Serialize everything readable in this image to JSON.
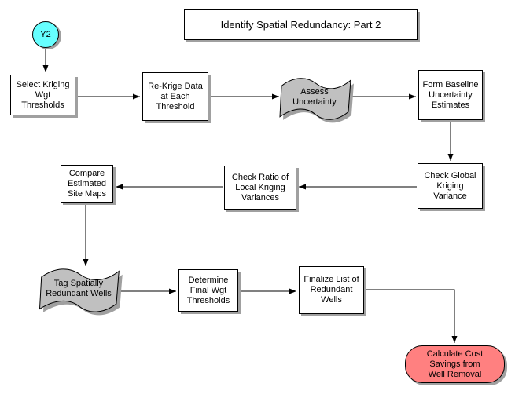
{
  "title": {
    "text": "Identify Spatial Redundancy: Part 2"
  },
  "colors": {
    "background": "#FFFFFF",
    "box_fill": "#FFFFFF",
    "border": "#000000",
    "shadow": "#A0A0A0",
    "start_circle_fill": "#66FFFF",
    "wave_fill": "#C0C0C0",
    "terminator_fill": "#FF8080"
  },
  "nodes": {
    "start_connector": {
      "label": "Y2",
      "shape": "circle"
    },
    "select_kriging": {
      "label": "Select Kriging\nWgt\nThresholds",
      "shape": "process"
    },
    "re_krige": {
      "label": "Re-Krige Data\nat Each\nThreshold",
      "shape": "process"
    },
    "assess_uncertainty": {
      "label": "Assess\nUncertainty",
      "shape": "wave"
    },
    "form_baseline": {
      "label": "Form Baseline\nUncertainty\nEstimates",
      "shape": "process"
    },
    "check_global": {
      "label": "Check Global\nKriging\nVariance",
      "shape": "process"
    },
    "check_ratio": {
      "label": "Check Ratio of\nLocal Kriging\nVariances",
      "shape": "process"
    },
    "compare_maps": {
      "label": "Compare\nEstimated\nSite Maps",
      "shape": "process"
    },
    "tag_wells": {
      "label": "Tag Spatially\nRedundant Wells",
      "shape": "wave"
    },
    "determine_final": {
      "label": "Determine\nFinal Wgt\nThresholds",
      "shape": "process"
    },
    "finalize_list": {
      "label": "Finalize List of\nRedundant\nWells",
      "shape": "process"
    },
    "calculate_cost": {
      "label": "Calculate Cost\nSavings from\nWell Removal",
      "shape": "terminator"
    }
  }
}
